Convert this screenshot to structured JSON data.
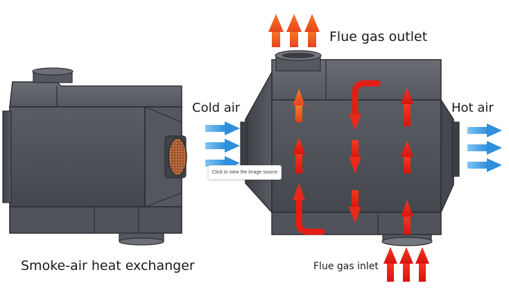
{
  "labels": {
    "flue_gas_outlet": "Flue gas outlet",
    "cold_air": "Cold air",
    "hot_air": "Hot air",
    "exchanger_name": "Smoke-air heat exchanger",
    "flue_gas_inlet": "Flue gas inlet"
  },
  "tooltip": {
    "text": "Click to view the image source"
  },
  "colors": {
    "body_gray": "#4c4f55",
    "panel_gray": "#5d6067",
    "edge_dark": "#2b2d31",
    "flue_arrow_red": "#e8291c",
    "outlet_arrow_orange": "#ef5a1f",
    "air_arrow_blue": "#3a9ee8",
    "mesh_orange": "#c4612f"
  },
  "icons": {
    "cold_air": "arrow-right-icon",
    "hot_air": "arrow-right-icon",
    "flue_gas": "arrow-up-icon"
  }
}
